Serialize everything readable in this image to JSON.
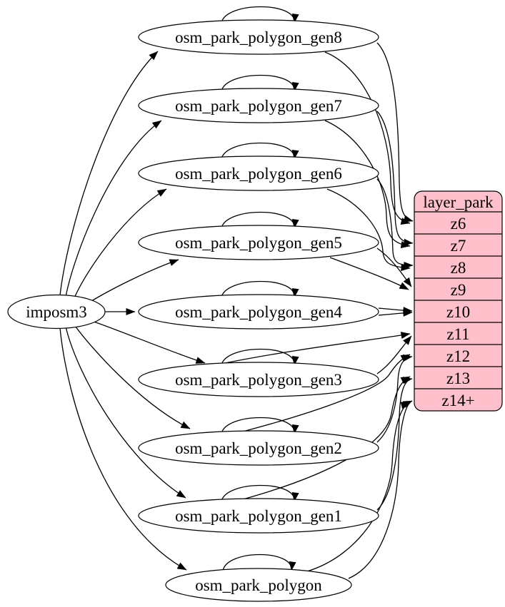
{
  "diagram": {
    "source": {
      "label": "imposm3"
    },
    "tables": [
      {
        "label": "osm_park_polygon_gen8",
        "maps_to": "z6"
      },
      {
        "label": "osm_park_polygon_gen7",
        "maps_to": "z7"
      },
      {
        "label": "osm_park_polygon_gen6",
        "maps_to": "z8"
      },
      {
        "label": "osm_park_polygon_gen5",
        "maps_to": "z9"
      },
      {
        "label": "osm_park_polygon_gen4",
        "maps_to": "z10"
      },
      {
        "label": "osm_park_polygon_gen3",
        "maps_to": "z11"
      },
      {
        "label": "osm_park_polygon_gen2",
        "maps_to": "z12"
      },
      {
        "label": "osm_park_polygon_gen1",
        "maps_to": "z13"
      },
      {
        "label": "osm_park_polygon",
        "maps_to": "z14+"
      }
    ],
    "layer": {
      "title": "layer_park",
      "rows": [
        "z6",
        "z7",
        "z8",
        "z9",
        "z10",
        "z11",
        "z12",
        "z13",
        "z14+"
      ]
    },
    "edges": {
      "from_source": [
        "osm_park_polygon_gen8",
        "osm_park_polygon_gen7",
        "osm_park_polygon_gen6",
        "osm_park_polygon_gen5",
        "osm_park_polygon_gen4",
        "osm_park_polygon_gen3",
        "osm_park_polygon_gen2",
        "osm_park_polygon_gen1",
        "osm_park_polygon"
      ],
      "self_loops": [
        "osm_park_polygon_gen8",
        "osm_park_polygon_gen7",
        "osm_park_polygon_gen6",
        "osm_park_polygon_gen5",
        "osm_park_polygon_gen4",
        "osm_park_polygon_gen3",
        "osm_park_polygon_gen2",
        "osm_park_polygon_gen1",
        "osm_park_polygon"
      ],
      "to_layer": [
        {
          "table": "osm_park_polygon_gen8",
          "zoom": "z6",
          "strands": 2
        },
        {
          "table": "osm_park_polygon_gen7",
          "zoom": "z7",
          "strands": 2
        },
        {
          "table": "osm_park_polygon_gen6",
          "zoom": "z8",
          "strands": 2
        },
        {
          "table": "osm_park_polygon_gen5",
          "zoom": "z9",
          "strands": 2
        },
        {
          "table": "osm_park_polygon_gen4",
          "zoom": "z10",
          "strands": 2
        },
        {
          "table": "osm_park_polygon_gen3",
          "zoom": "z11",
          "strands": 2
        },
        {
          "table": "osm_park_polygon_gen2",
          "zoom": "z12",
          "strands": 2
        },
        {
          "table": "osm_park_polygon_gen1",
          "zoom": "z13",
          "strands": 2
        },
        {
          "table": "osm_park_polygon",
          "zoom": "z14+",
          "strands": 2
        }
      ]
    },
    "colors": {
      "layer_fill": "#ffc0cb",
      "table_fill": "#ffffff",
      "edge": "#000000"
    }
  }
}
